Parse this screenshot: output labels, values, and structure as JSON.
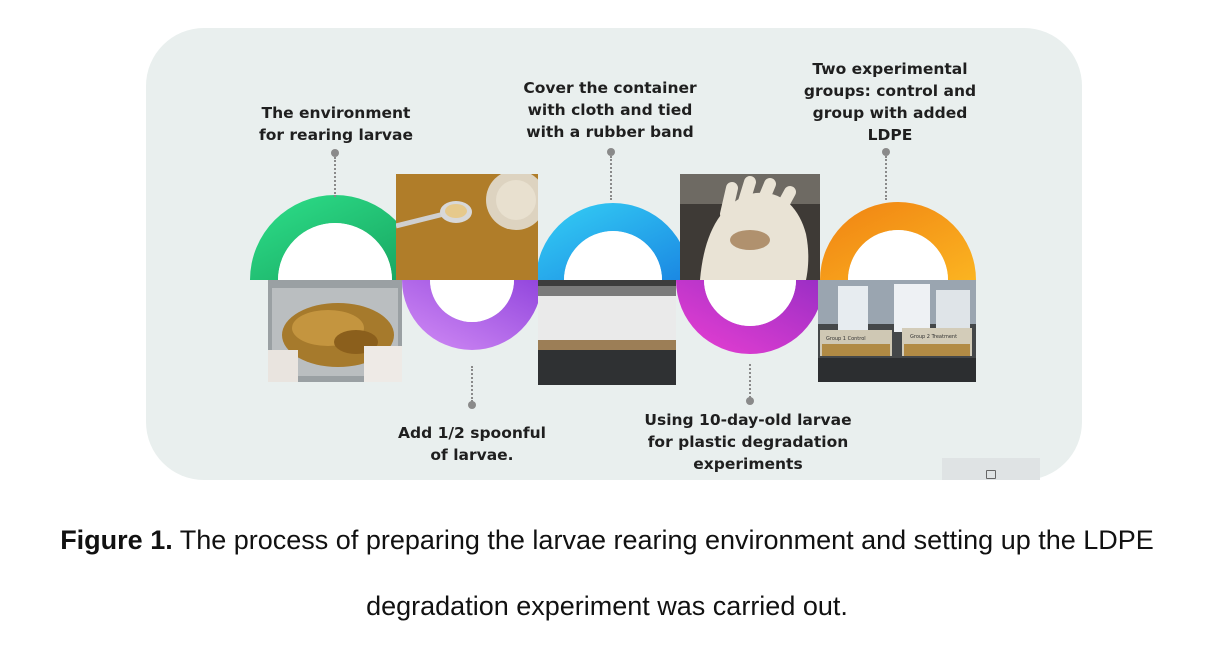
{
  "steps": {
    "s1": [
      "The environment",
      "for rearing larvae"
    ],
    "s2": [
      "Add 1/2 spoonful",
      "of larvae."
    ],
    "s3": [
      "Cover the container",
      "with cloth and tied",
      "with a rubber band"
    ],
    "s4": [
      "Using 10-day-old larvae",
      "for plastic degradation",
      "experiments"
    ],
    "s5": [
      "Two experimental",
      "groups: control and",
      "group with added",
      "LDPE"
    ]
  },
  "photo_labels": {
    "group1": "Group 1 Control",
    "group2": "Group 2 Treatment"
  },
  "caption": {
    "label": "Figure 1.",
    "line1": " The process of preparing the larvae rearing environment and setting up the LDPE",
    "line2": "degradation experiment was carried out."
  },
  "colors": {
    "arc1": [
      "#2ecf7a",
      "#1fa763"
    ],
    "arc2": [
      "#c07bf0",
      "#9b4ae0"
    ],
    "arc3": [
      "#2fc8f2",
      "#1e8fe5"
    ],
    "arc4": [
      "#e23bd0",
      "#a02ec8"
    ],
    "arc5": [
      "#f9a81a",
      "#f07a10"
    ]
  }
}
